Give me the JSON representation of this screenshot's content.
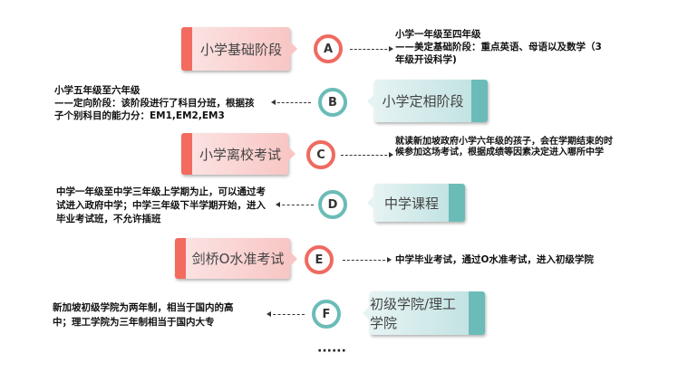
{
  "stages": [
    {
      "letter": "A",
      "title": "小学基础阶段",
      "desc": [
        "小学一年级至四年级",
        "——美定基础阶段：重点英语、母语以及数学（3年级开设科学)"
      ]
    },
    {
      "letter": "B",
      "title": "小学定相阶段",
      "desc": [
        "小学五年级至六年级",
        "——定向阶段：该阶段进行了科目分班，根据孩子个别科目的能力分：EM1,EM2,EM3"
      ]
    },
    {
      "letter": "C",
      "title": "小学离校考试",
      "desc": [
        "就读新加坡政府小学六年级的孩子，会在学期结束的时候参加这场考试，根据成绩等因素决定进入哪所中学"
      ]
    },
    {
      "letter": "D",
      "title": "中学课程",
      "desc": [
        "中学一年级至中学三年级上学期为止，可以通过考试进入政府中学；中学三年级下半学期开始，进入毕业考试班，不允许插班"
      ]
    },
    {
      "letter": "E",
      "title": "剑桥O水准考试",
      "desc": [
        "中学毕业考试，通过O水准考试，进入初级学院"
      ]
    },
    {
      "letter": "F",
      "title": "初级学院/理工学院",
      "desc": [
        "新加坡初级学院为两年制，相当于国内的高中；理工学院为三年制相当于国内大专"
      ]
    }
  ],
  "ellipsis": "······",
  "colors": {
    "pink": "#f26b5e",
    "teal": "#6bbcb8"
  }
}
